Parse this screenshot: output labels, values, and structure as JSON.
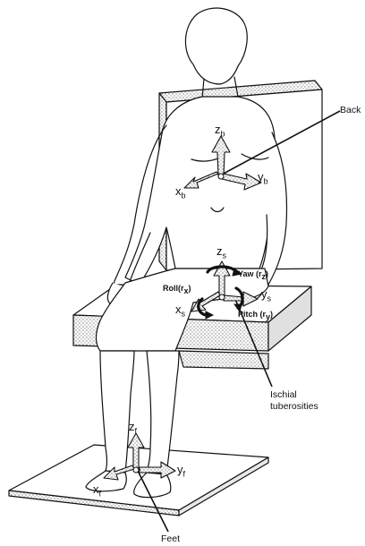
{
  "callouts": {
    "back": "Back",
    "ischial": "Ischial",
    "tuberosities": "tuberosities",
    "feet": "Feet"
  },
  "back_axes": {
    "z": "z",
    "z_sub": "b",
    "x": "x",
    "x_sub": "b",
    "y": "y",
    "y_sub": "b"
  },
  "seat_axes": {
    "z": "z",
    "z_sub": "s",
    "x": "x",
    "x_sub": "s",
    "y": "y",
    "y_sub": "s"
  },
  "foot_axes": {
    "z": "z",
    "z_sub": "f",
    "x": "x",
    "x_sub": "f",
    "y": "y",
    "y_sub": "f"
  },
  "rotations": {
    "yaw": "Yaw",
    "yaw_sym": "(r",
    "yaw_sub": "z",
    "yaw_close": ")",
    "roll": "Roll",
    "roll_sym": "(r",
    "roll_sub": "x",
    "roll_close": ")",
    "pitch": "Pitch",
    "pitch_sym": "(r",
    "pitch_sub": "y",
    "pitch_close": ")"
  },
  "colors": {
    "ink": "#111111",
    "arrow_fill": "#9a9a9a",
    "surface_fill": "#d9d9d9"
  }
}
